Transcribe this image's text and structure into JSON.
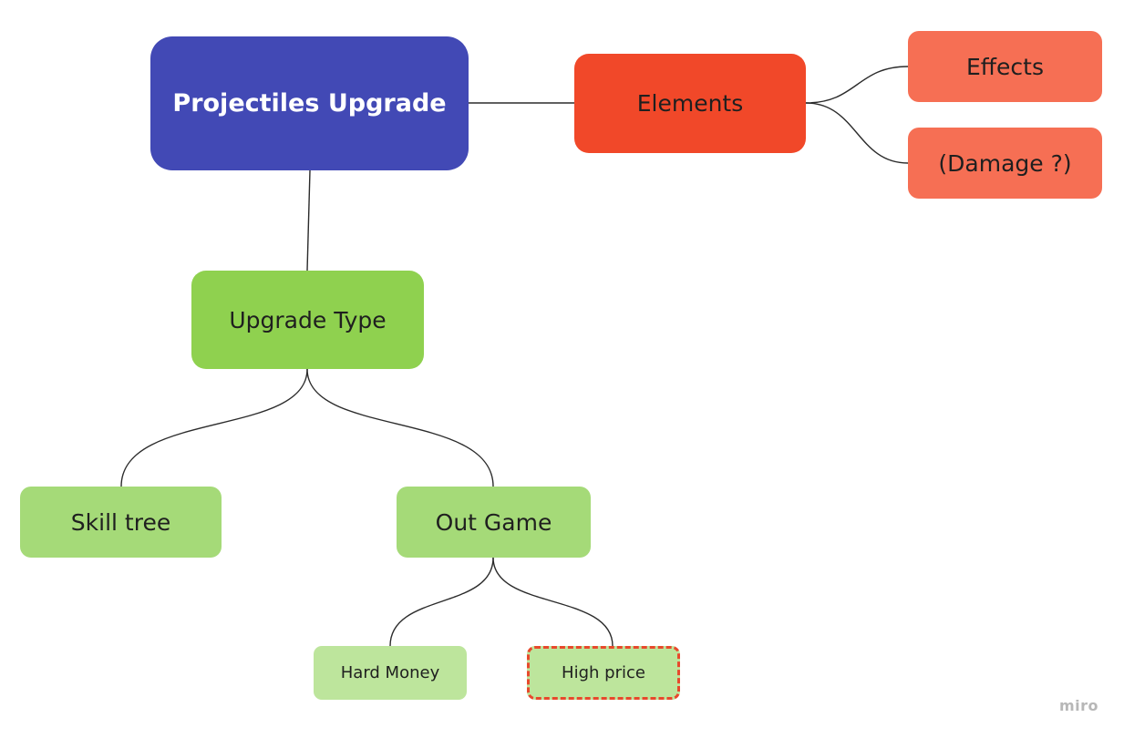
{
  "mindmap": {
    "root": {
      "label": "Projectiles Upgrade",
      "color": "#4249b5"
    },
    "elements": {
      "label": "Elements",
      "color": "#f14829",
      "children": [
        {
          "label": "Effects",
          "color": "#f66f54"
        },
        {
          "label": "(Damage ?)",
          "color": "#f66f54"
        }
      ]
    },
    "upgrade_type": {
      "label": "Upgrade Type",
      "color": "#8fd14f",
      "children": [
        {
          "label": "Skill tree",
          "color": "#a5da78"
        },
        {
          "label": "Out Game",
          "color": "#a5da78",
          "children": [
            {
              "label": "Hard Money",
              "color": "#bde59c"
            },
            {
              "label": "High price",
              "color": "#bde59c",
              "border_color": "#e8492c",
              "border_style": "dashed"
            }
          ]
        }
      ]
    }
  },
  "watermark": "miro"
}
